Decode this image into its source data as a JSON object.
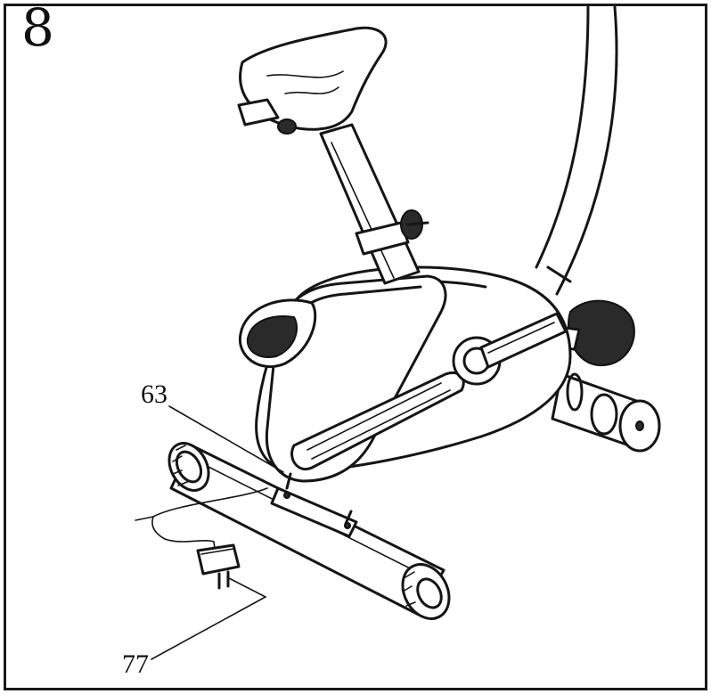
{
  "step": {
    "number": "8"
  },
  "callouts": [
    {
      "id": "63",
      "label": "63"
    },
    {
      "id": "77",
      "label": "77"
    }
  ],
  "colors": {
    "ink": "#151515",
    "paper": "#ffffff"
  }
}
